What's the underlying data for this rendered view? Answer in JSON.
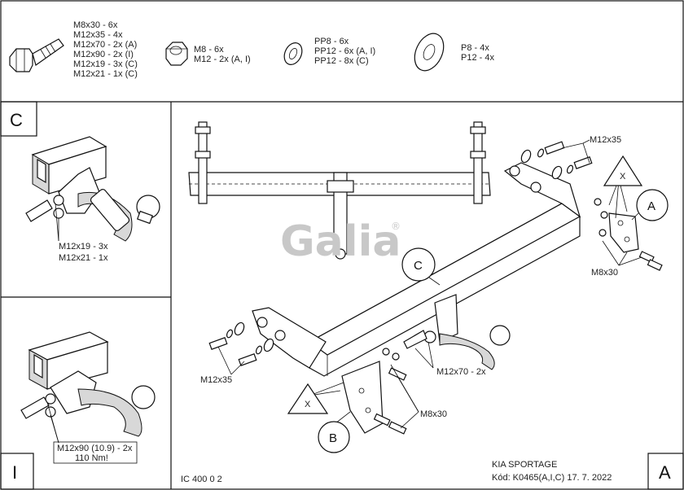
{
  "legend": {
    "bolt": [
      "M8x30 - 6x",
      "M12x35 - 4x",
      "M12x70 - 2x (A)",
      "M12x90 - 2x (I)",
      "M12x19 - 3x (C)",
      "M12x21 - 1x (C)"
    ],
    "nut": [
      "M8 - 6x",
      "M12 - 2x (A, I)"
    ],
    "spring_washer": [
      "PP8 - 6x",
      "PP12 - 6x (A, I)",
      "PP12 - 8x (C)"
    ],
    "flat_washer": [
      "P8 - 4x",
      "P12 - 4x"
    ]
  },
  "panel_c": {
    "letter": "C",
    "labels": [
      "M12x19 - 3x",
      "M12x21 - 1x"
    ]
  },
  "panel_i": {
    "letter": "I",
    "labels": [
      "M12x90 (10.9) - 2x",
      "110 Nm!"
    ]
  },
  "main": {
    "brand": "Galia",
    "brand_mark": "®",
    "callouts": {
      "c": "C",
      "a": "A",
      "b": "B",
      "x1": "X",
      "x2": "X"
    },
    "labels": {
      "m12x35_top": "M12x35",
      "m12x35_left": "M12x35",
      "m8x30_right": "M8x30",
      "m8x30_bottom": "M8x30",
      "m12x70": "M12x70 - 2x"
    },
    "doc_id": "IC 400 0 2",
    "vehicle": "KIA SPORTAGE",
    "code": "Kód: K0465(A,I,C)  17. 7. 2022",
    "variant_letter": "A"
  }
}
